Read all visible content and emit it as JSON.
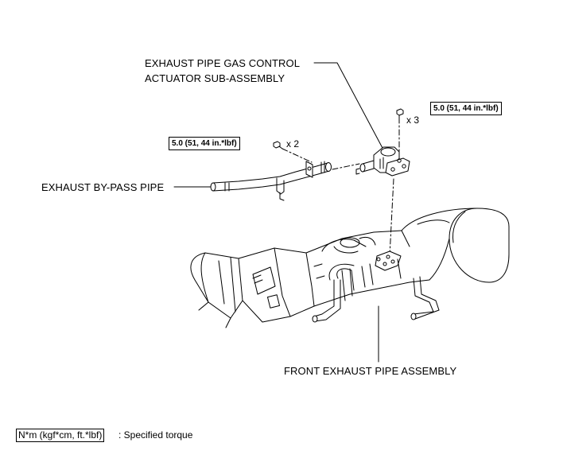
{
  "labels": {
    "actuator_line1": "EXHAUST PIPE GAS CONTROL",
    "actuator_line2": "ACTUATOR SUB-ASSEMBLY",
    "bypass_pipe": "EXHAUST BY-PASS PIPE",
    "front_pipe": "FRONT EXHAUST PIPE ASSEMBLY"
  },
  "torques": {
    "actuator_bolts": {
      "value": "5.0 (51, 44 in.*lbf)",
      "qty": "x 3"
    },
    "bypass_bolts": {
      "value": "5.0 (51, 44 in.*lbf)",
      "qty": "x 2"
    }
  },
  "legend": {
    "symbol": "N*m (kgf*cm, ft.*lbf)",
    "description": ": Specified torque"
  }
}
